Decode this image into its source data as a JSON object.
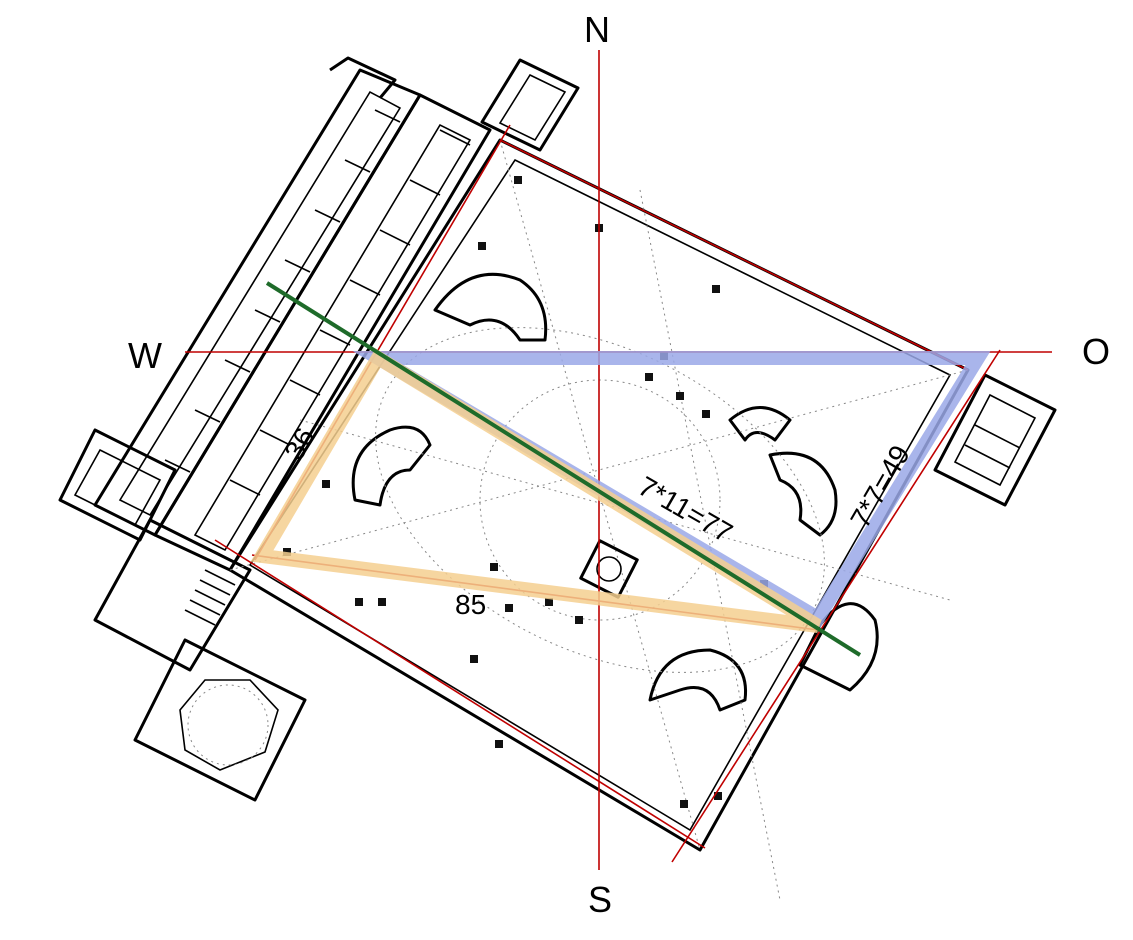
{
  "compass": {
    "north": "N",
    "south": "S",
    "west": "W",
    "east": "O"
  },
  "measurements": {
    "side_short": "36",
    "side_long": "85",
    "diagonal": "7*11=77",
    "right_side": "7*7=49"
  },
  "colors": {
    "red_guides": "#c00000",
    "green_diagonal": "#1e6b2a",
    "blue_triangle": "#9aa8e8",
    "orange_triangle": "#f5cf8f",
    "walls": "#000000"
  }
}
